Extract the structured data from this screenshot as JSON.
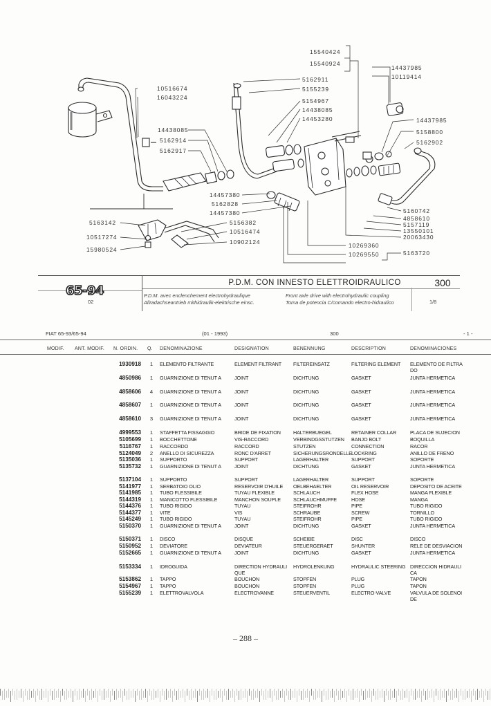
{
  "diagram": {
    "labels": [
      {
        "text": "15540424"
      },
      {
        "text": "15540924"
      },
      {
        "text": "14437985"
      },
      {
        "text": "10119414"
      },
      {
        "text": "5162911"
      },
      {
        "text": "5155239"
      },
      {
        "text": "5154967"
      },
      {
        "text": "14438085"
      },
      {
        "text": "14453280"
      },
      {
        "text": "10516674"
      },
      {
        "text": "16043224"
      },
      {
        "text": "14438085"
      },
      {
        "text": "5162914"
      },
      {
        "text": "5162917"
      },
      {
        "text": "14437985"
      },
      {
        "text": "5158800"
      },
      {
        "text": "5162902"
      },
      {
        "text": "14457380"
      },
      {
        "text": "5162828"
      },
      {
        "text": "14457380"
      },
      {
        "text": "5160742"
      },
      {
        "text": "4858610"
      },
      {
        "text": "5157119"
      },
      {
        "text": "13550101"
      },
      {
        "text": "20063430"
      },
      {
        "text": "5163142"
      },
      {
        "text": "5156382"
      },
      {
        "text": "10516474"
      },
      {
        "text": "10517274"
      },
      {
        "text": "10902124"
      },
      {
        "text": "15980524"
      },
      {
        "text": "10269360"
      },
      {
        "text": "10269550"
      },
      {
        "text": "5163720"
      }
    ]
  },
  "title_block": {
    "model": "65-94",
    "group_code": "02",
    "title": "P.D.M. CON INNESTO ELETTROIDRAULICO",
    "section_number": "300",
    "sub_fr": "P.D.M. avec enclenchement electrohydraulique",
    "sub_de": "Allradachseantrieb mithidraulik-elektrische einsc.",
    "sub_en": "Front axle drive with electrohydraulic coupling",
    "sub_es": "Toma de potencia C/comando electro-hidraulico",
    "sheet": "1/8"
  },
  "list_header": {
    "model_ref": "FIAT 65-93/65-94",
    "date": "(01 - 1993)",
    "section": "300",
    "page_ref": "- 1 -",
    "columns": {
      "modif": "MODIF.",
      "ant_modif": "ANT. MODIF.",
      "n_ordin": "N. ORDIN.",
      "q": "Q.",
      "denominazione": "DENOMINAZIONE",
      "designation": "DESIGNATION",
      "benennung": "BENENNUNG",
      "description": "DESCRIPTION",
      "denominaciones": "DENOMINACIONES"
    }
  },
  "parts": [
    {
      "number": "1930918",
      "qty": "1",
      "it": "ELEMENTO FILTRANTE",
      "fr": "ELEMENT FILTRANT",
      "de": "FILTEREINSATZ",
      "en": "FILTERING ELEMENT",
      "es": "ELEMENTO DE FILTRA DO"
    },
    {
      "number": "4850986",
      "qty": "1",
      "it": "GUARNIZIONE DI TENUT A",
      "fr": "JOINT",
      "de": "DICHTUNG",
      "en": "GASKET",
      "es": "JUNTA HERMETICA"
    },
    {
      "number": "4858606",
      "qty": "4",
      "it": "GUARNIZIONE DI TENUT A",
      "fr": "JOINT",
      "de": "DICHTUNG",
      "en": "GASKET",
      "es": "JUNTA HERMETICA"
    },
    {
      "number": "4858607",
      "qty": "1",
      "it": "GUARNIZIONE DI TENUT A",
      "fr": "JOINT",
      "de": "DICHTUNG",
      "en": "GASKET",
      "es": "JUNTA HERMETICA"
    },
    {
      "number": "4858610",
      "qty": "3",
      "it": "GUARNIZIONE DI TENUT A",
      "fr": "JOINT",
      "de": "DICHTUNG",
      "en": "GASKET",
      "es": "JUNTA HERMETICA"
    },
    {
      "number": "4999553",
      "qty": "1",
      "it": "STAFFETTA FISSAGGIO",
      "fr": "BRIDE DE FIXATION",
      "de": "HALTERBUEGEL",
      "en": "RETAINER COLLAR",
      "es": "PLACA DE SUJECION"
    },
    {
      "number": "5105699",
      "qty": "1",
      "it": "BOCCHETTONE",
      "fr": "VIS-RACCORD",
      "de": "VERBINDGSSTUTZEN",
      "en": "BANJO BOLT",
      "es": "BOQUILLA"
    },
    {
      "number": "5116767",
      "qty": "1",
      "it": "RACCORDO",
      "fr": "RACCORD",
      "de": "STUTZEN",
      "en": "CONNECTION",
      "es": "RACOR"
    },
    {
      "number": "5124049",
      "qty": "2",
      "it": "ANELLO DI SICUREZZA",
      "fr": "RONC D'ARRET",
      "de": "SICHERUNGSRONDELLE",
      "en": "LOCKRING",
      "es": "ANILLO DE FRENO"
    },
    {
      "number": "5135036",
      "qty": "1",
      "it": "SUPPORTO",
      "fr": "SUPPORT",
      "de": "LAGERHALTER",
      "en": "SUPPORT",
      "es": "SOPORTE"
    },
    {
      "number": "5135732",
      "qty": "1",
      "it": "GUARNIZIONE DI TENUT A",
      "fr": "JOINT",
      "de": "DICHTUNG",
      "en": "GASKET",
      "es": "JUNTA HERMETICA"
    },
    {
      "number": "5137104",
      "qty": "1",
      "it": "SUPPORTO",
      "fr": "SUPPORT",
      "de": "LAGERHALTER",
      "en": "SUPPORT",
      "es": "SOPORTE"
    },
    {
      "number": "5141977",
      "qty": "1",
      "it": "SERBATOIO OLIO",
      "fr": "RESERVOIR D'HUILE",
      "de": "OELBEHAELTER",
      "en": "OIL RESERVOIR",
      "es": "DEPOSITO DE ACEITE"
    },
    {
      "number": "5141985",
      "qty": "1",
      "it": "TUBO FLESSIBILE",
      "fr": "TUYAU FLEXIBLE",
      "de": "SCHLAUCH",
      "en": "FLEX HOSE",
      "es": "MANGA FLEXIBLE"
    },
    {
      "number": "5144319",
      "qty": "1",
      "it": "MANICOTTO FLESSIBILE",
      "fr": "MANCHON SOUPLE",
      "de": "SCHLAUCHMUFFE",
      "en": "HOSE",
      "es": "MANGA"
    },
    {
      "number": "5144376",
      "qty": "1",
      "it": "TUBO RIGIDO",
      "fr": "TUYAU",
      "de": "STEIFROHR",
      "en": "PIPE",
      "es": "TUBO RIGIDO"
    },
    {
      "number": "5144377",
      "qty": "1",
      "it": "VITE",
      "fr": "VIS",
      "de": "SCHRAUBE",
      "en": "SCREW",
      "es": "TORNILLO"
    },
    {
      "number": "5145249",
      "qty": "1",
      "it": "TUBO RIGIDO",
      "fr": "TUYAU",
      "de": "STEIFROHR",
      "en": "PIPE",
      "es": "TUBO RIGIDO"
    },
    {
      "number": "5150370",
      "qty": "1",
      "it": "GUARNIZIONE DI TENUT A",
      "fr": "JOINT",
      "de": "DICHTUNG",
      "en": "GASKET",
      "es": "JUNTA HERMETICA"
    },
    {
      "number": "5150371",
      "qty": "1",
      "it": "DISCO",
      "fr": "DISQUE",
      "de": "SCHEIBE",
      "en": "DISC",
      "es": "DISCO"
    },
    {
      "number": "5150952",
      "qty": "1",
      "it": "DEVIATORE",
      "fr": "DEVIATEUR",
      "de": "STEUERGERAET",
      "en": "SHUNTER",
      "es": "RELE DE DESVIACION"
    },
    {
      "number": "5152665",
      "qty": "1",
      "it": "GUARNIZIONE DI TENUT A",
      "fr": "JOINT",
      "de": "DICHTUNG",
      "en": "GASKET",
      "es": "JUNTA HERMETICA"
    },
    {
      "number": "5153334",
      "qty": "1",
      "it": "IDROGUIDA",
      "fr": "DIRECTION HYDRAULI QUE",
      "de": "HYDROLENKUNG",
      "en": "HYDRAULIC STEERING",
      "es": "DIRECCION HIDRAULI CA"
    },
    {
      "number": "5153862",
      "qty": "1",
      "it": "TAPPO",
      "fr": "BOUCHON",
      "de": "STOPFEN",
      "en": "PLUG",
      "es": "TAPON"
    },
    {
      "number": "5154967",
      "qty": "1",
      "it": "TAPPO",
      "fr": "BOUCHON",
      "de": "STOPFEN",
      "en": "PLUG",
      "es": "TAPON"
    },
    {
      "number": "5155239",
      "qty": "1",
      "it": "ELETTROVALVOLA",
      "fr": "ELECTROVANNE",
      "de": "STEUERVENTIL",
      "en": "ELECTRO-VALVE",
      "es": "VALVULA DE SOLENOI DE"
    }
  ],
  "footer": {
    "page_number": "– 288 –"
  }
}
